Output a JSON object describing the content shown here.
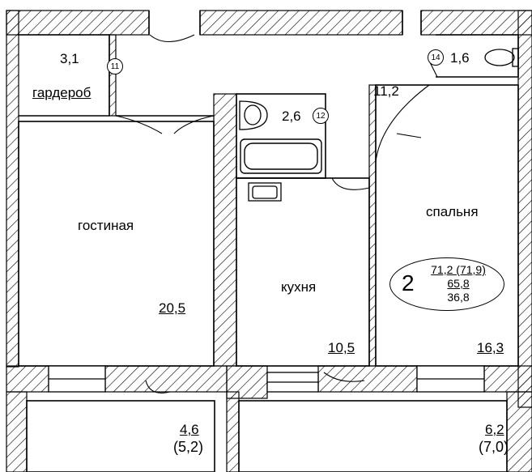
{
  "rooms": [
    {
      "id": "11",
      "name": "гардероб",
      "area": "3,1"
    },
    {
      "id": "12",
      "name": "",
      "area": "2,6"
    },
    {
      "id": "14",
      "name": "",
      "area": "1,6"
    },
    {
      "id": "hall",
      "name": "",
      "area": "11,2"
    },
    {
      "id": "living",
      "name": "гостиная",
      "area": "20,5"
    },
    {
      "id": "kitchen",
      "name": "кухня",
      "area": "10,5"
    },
    {
      "id": "bedroom",
      "name": "спальня",
      "area": "16,3"
    },
    {
      "id": "balcony-left",
      "name": "",
      "area": "4,6",
      "area_alt": "(5,2)"
    },
    {
      "id": "balcony-right",
      "name": "",
      "area": "6,2",
      "area_alt": "(7,0)"
    }
  ],
  "summary": {
    "rooms_count": "2",
    "total_area": "71,2 (71,9)",
    "usable_area": "65,8",
    "living_area": "36,8"
  },
  "colors": {
    "wall": "#000000",
    "hatch": "#000000",
    "background": "#ffffff"
  },
  "icons": [
    "toilet-icon",
    "sink-icon",
    "bathtub-icon",
    "kitchen-sink-icon",
    "door-swing-icon"
  ]
}
